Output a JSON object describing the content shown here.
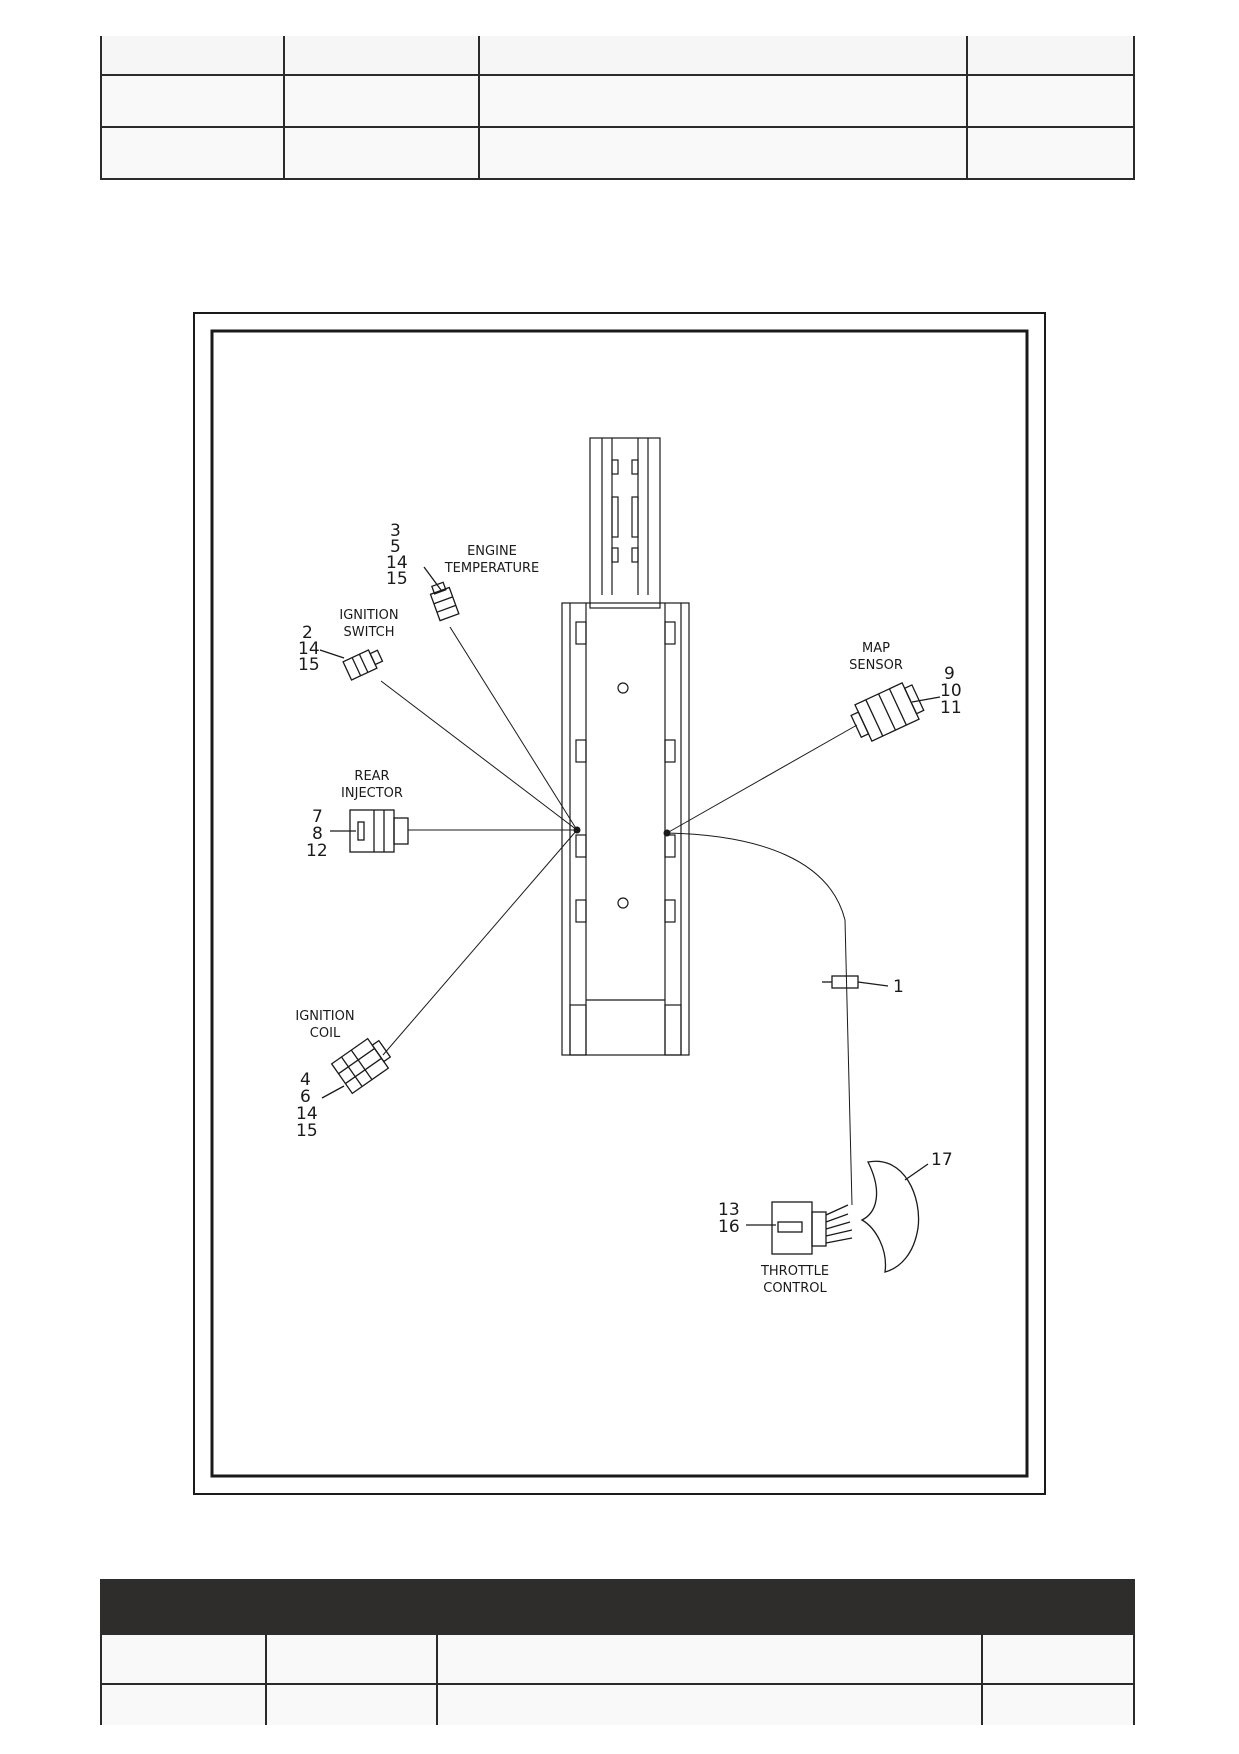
{
  "diagram": {
    "labels": {
      "engine_temperature": [
        "ENGINE",
        "TEMPERATURE"
      ],
      "ignition_switch": [
        "IGNITION",
        "SWITCH"
      ],
      "rear_injector": [
        "REAR",
        "INJECTOR"
      ],
      "ignition_coil": [
        "IGNITION",
        "COIL"
      ],
      "map_sensor": [
        "MAP",
        "SENSOR"
      ],
      "throttle_control": [
        "THROTTLE",
        "CONTROL"
      ]
    },
    "callouts": {
      "engine_temperature": [
        "3",
        "5",
        "14",
        "15"
      ],
      "ignition_switch": [
        "2",
        "14",
        "15"
      ],
      "rear_injector": [
        "7",
        "8",
        "12"
      ],
      "ignition_coil": [
        "4",
        "6",
        "14",
        "15"
      ],
      "map_sensor": [
        "9",
        "10",
        "11"
      ],
      "throttle_control": [
        "13",
        "16"
      ],
      "clip": "1",
      "cover": "17"
    }
  }
}
